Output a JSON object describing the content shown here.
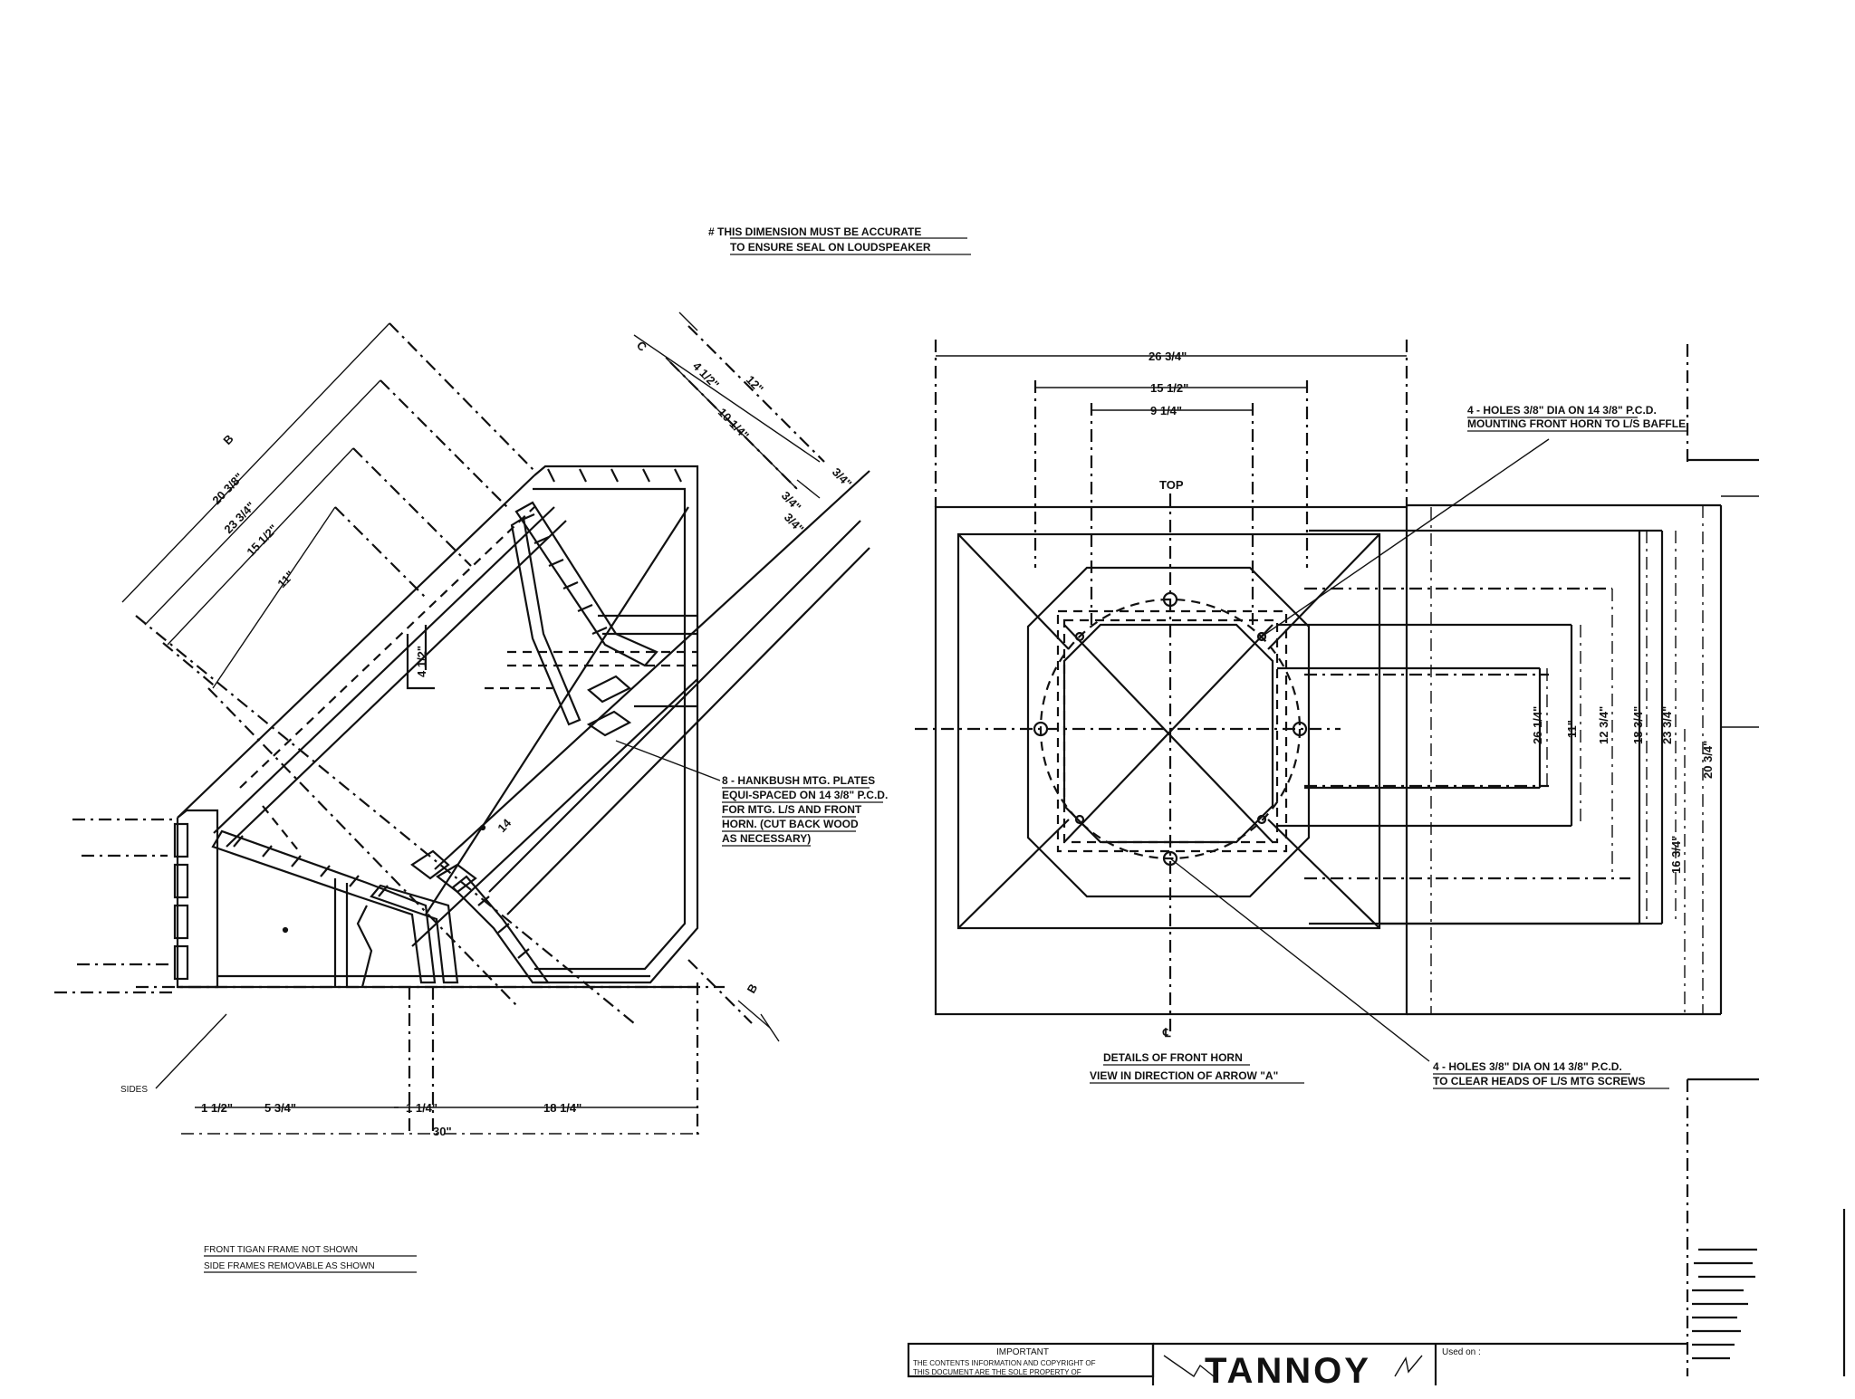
{
  "header_note": {
    "line1": "# THIS DIMENSION MUST BE ACCURATE",
    "line2": "TO ENSURE SEAL ON LOUDSPEAKER"
  },
  "section_view": {
    "dims_diagonal": [
      "B",
      "20 3/8\"",
      "23 3/4\"",
      "15 1/2\"",
      "11\"",
      "4 1/2\"",
      "14"
    ],
    "dims_top_right": [
      "C",
      "4 1/2\"",
      "12\"",
      "10 1/4\"",
      "3/4\"",
      "3/4\"",
      "3/4\""
    ],
    "dims_bottom": [
      "1 1/2\"",
      "5 3/4\"",
      "1 1/4\"",
      "18 1/4\"",
      "30\""
    ],
    "section_mark": "B",
    "side_label": "SIDES",
    "callout_lines": [
      "8 - HANKBUSH MTG. PLATES",
      "EQUI-SPACED ON 14 3/8\" P.C.D.",
      "FOR MTG. L/S AND FRONT",
      "HORN. (CUT BACK WOOD",
      "AS NECESSARY)"
    ],
    "bottom_notes": [
      "FRONT TIGAN FRAME NOT SHOWN",
      "SIDE FRAMES REMOVABLE AS SHOWN"
    ]
  },
  "front_view": {
    "dims_top": [
      "26 3/4\"",
      "15 1/2\"",
      "9 1/4\""
    ],
    "dims_right": [
      "26 1/4\"",
      "11\"",
      "12 3/4\"",
      "18 3/4\"",
      "23 3/4\"",
      "20 3/4\"",
      "16 3/4\""
    ],
    "top_label": "TOP",
    "centerline_mark": "℄",
    "callout_top": [
      "4 - HOLES 3/8\" DIA ON 14 3/8\" P.C.D.",
      "MOUNTING FRONT HORN TO L/S BAFFLE"
    ],
    "callout_bottom": [
      "4 - HOLES 3/8\" DIA ON 14 3/8\" P.C.D.",
      "TO CLEAR HEADS OF L/S MTG SCREWS"
    ],
    "caption": [
      "DETAILS OF FRONT HORN",
      "VIEW IN DIRECTION OF ARROW \"A\""
    ]
  },
  "title_block": {
    "important_heading": "IMPORTANT",
    "important_line1": "THE CONTENTS INFORMATION AND COPYRIGHT OF",
    "important_line2": "THIS DOCUMENT ARE THE SOLE PROPERTY OF",
    "brand": "TANNOY",
    "used_on": "Used on :"
  }
}
